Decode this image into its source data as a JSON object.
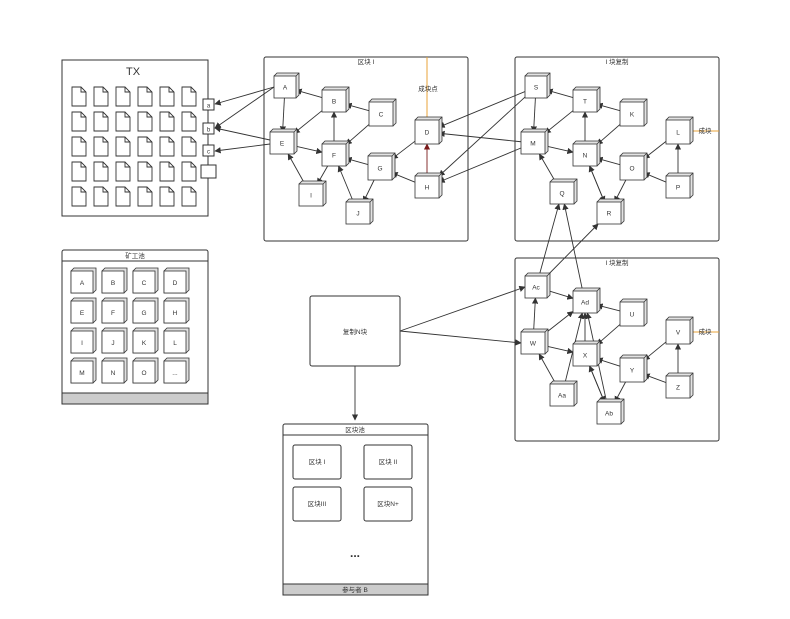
{
  "tx": {
    "title": "TX",
    "slots": [
      "a",
      "b",
      "c",
      ""
    ]
  },
  "block1": {
    "title": "区块 I",
    "annotation": "成块点",
    "nodes": [
      "A",
      "B",
      "C",
      "D",
      "E",
      "F",
      "G",
      "H",
      "I",
      "J"
    ]
  },
  "copy1": {
    "title": "I 块复制",
    "annotation": "成块",
    "nodes": [
      "S",
      "T",
      "K",
      "L",
      "M",
      "N",
      "O",
      "P",
      "Q",
      "R"
    ]
  },
  "copy2": {
    "title": "I 块复制",
    "annotation": "成块",
    "nodes": [
      "Ac",
      "Ad",
      "U",
      "V",
      "W",
      "X",
      "Y",
      "Z",
      "Aa",
      "Ab"
    ]
  },
  "miner_pool": {
    "title": "矿工池",
    "items": [
      "A",
      "B",
      "C",
      "D",
      "E",
      "F",
      "G",
      "H",
      "I",
      "J",
      "K",
      "L",
      "M",
      "N",
      "O",
      "..."
    ]
  },
  "replicate": {
    "label": "复制N块"
  },
  "block_pool": {
    "title": "区块池",
    "items": [
      "区块 I",
      "区块 II",
      "区块III",
      "区块N+"
    ],
    "ellipsis": "...",
    "footer": "参与者 B"
  },
  "colors": {
    "stroke": "#333333",
    "accent": "#e8a33a",
    "dark_edge": "#7a1a1a",
    "footer": "#cccccc"
  }
}
